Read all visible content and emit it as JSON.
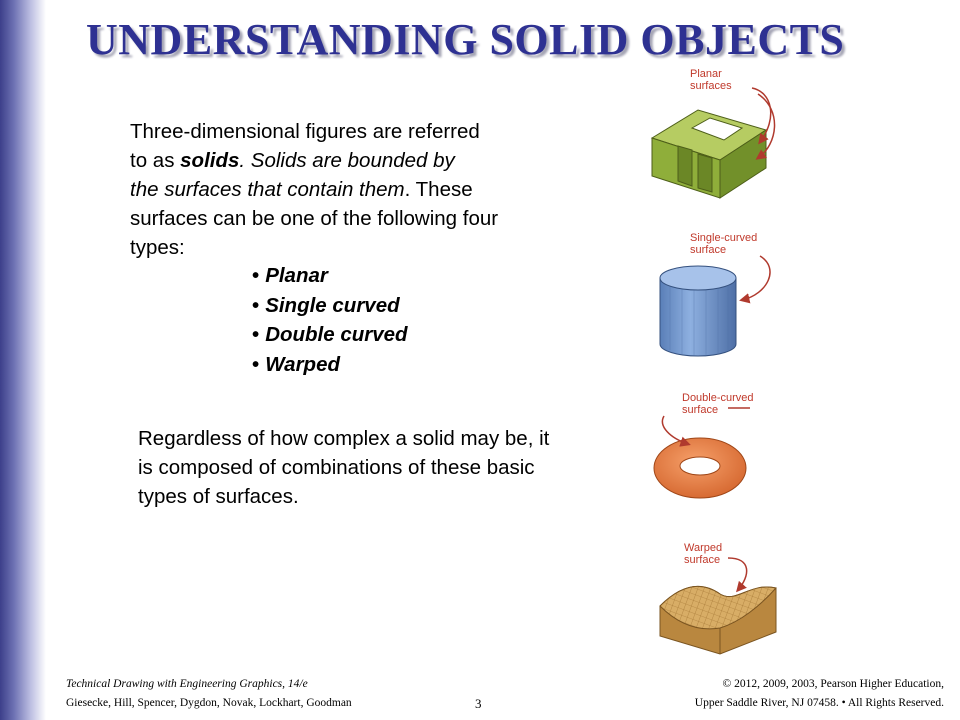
{
  "title": "UNDERSTANDING SOLID OBJECTS",
  "intro": {
    "lines": [
      {
        "pre": "Three-dimensional figures are referred",
        "em": "",
        "post": ""
      },
      {
        "pre": "to as ",
        "em": "solids",
        "post": ". Solids are bounded by"
      },
      {
        "pre": "the surfaces that contain them",
        "em": "",
        "post": ". These"
      },
      {
        "pre": "surfaces can be one of the following four",
        "em": "",
        "post": ""
      },
      {
        "pre": "types:",
        "em": "",
        "post": ""
      }
    ]
  },
  "surface_types": [
    "Planar",
    "Single curved",
    "Double curved",
    "Warped"
  ],
  "conclusion": "Regardless of how complex a solid may be, it is composed of combinations of these basic types of surfaces.",
  "figures": {
    "planar": {
      "label": "Planar\nsurfaces",
      "color": "#8fae3a"
    },
    "single": {
      "label": "Single-curved\nsurface",
      "color": "#6f93c8"
    },
    "double": {
      "label": "Double-curved\nsurface",
      "color": "#e8793f"
    },
    "warped": {
      "label": "Warped\nsurface",
      "color": "#c9974c"
    }
  },
  "footer": {
    "book": "Technical Drawing with Engineering Graphics, 14/e",
    "authors": "Giesecke, Hill, Spencer, Dygdon, Novak, Lockhart, Goodman",
    "page": "3",
    "copyright_line1": "© 2012, 2009, 2003, Pearson Higher Education,",
    "copyright_line2": "Upper Saddle River, NJ 07458. • All Rights Reserved."
  }
}
